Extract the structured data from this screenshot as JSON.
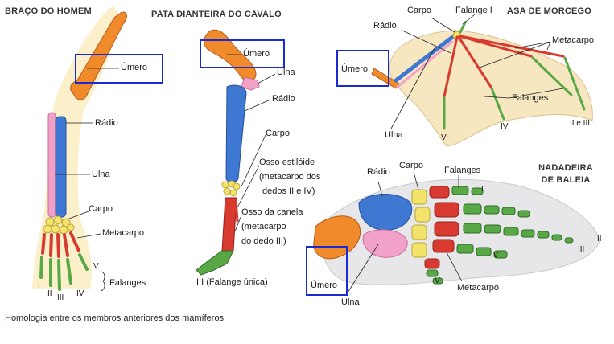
{
  "titles": {
    "human": "BRAÇO DO HOMEM",
    "horse": "PATA DIANTEIRA DO CAVALO",
    "bat": "ASA DE MORCEGO",
    "whale": "NADADEIRA DE BALEIA"
  },
  "human": {
    "umero": "Úmero",
    "radio": "Rádio",
    "ulna": "Ulna",
    "carpo": "Carpo",
    "metacarpo": "Metacarpo",
    "falanges": "Falanges",
    "digits": [
      "I",
      "II",
      "III",
      "IV",
      "V"
    ]
  },
  "horse": {
    "umero": "Úmero",
    "ulna": "Ulna",
    "radio": "Rádio",
    "carpo": "Carpo",
    "estiloide": [
      "Osso estilóide",
      "(metacarpo dos",
      "dedos II e IV)"
    ],
    "canela": [
      "Osso da canela",
      "(metacarpo",
      "do dedo III)"
    ],
    "falange": "III (Falange única)"
  },
  "bat": {
    "carpo": "Carpo",
    "falange1": "Falange I",
    "radio": "Rádio",
    "umero": "Úmero",
    "metacarpo": "Metacarpo",
    "falanges": "Falanges",
    "ulna": "Ulna",
    "v": "V",
    "iv": "IV",
    "iieiii": "II e III"
  },
  "whale": {
    "radio": "Rádio",
    "carpo": "Carpo",
    "falanges": "Falanges",
    "i": "I",
    "ii": "II",
    "iii": "III",
    "iv": "IV",
    "v": "V",
    "metacarpo": "Metacarpo",
    "umero": "Úmero",
    "ulna": "Ulna"
  },
  "caption": "Homologia entre os membros anteriores dos mamíferos.",
  "colors": {
    "umero": "#f08a2a",
    "radio": "#3f78d2",
    "ulna": "#f2a2c8",
    "carpo": "#f4e36a",
    "metacarpo": "#d83a30",
    "falanges": "#58a847",
    "highlight": "#1a2bd6"
  }
}
